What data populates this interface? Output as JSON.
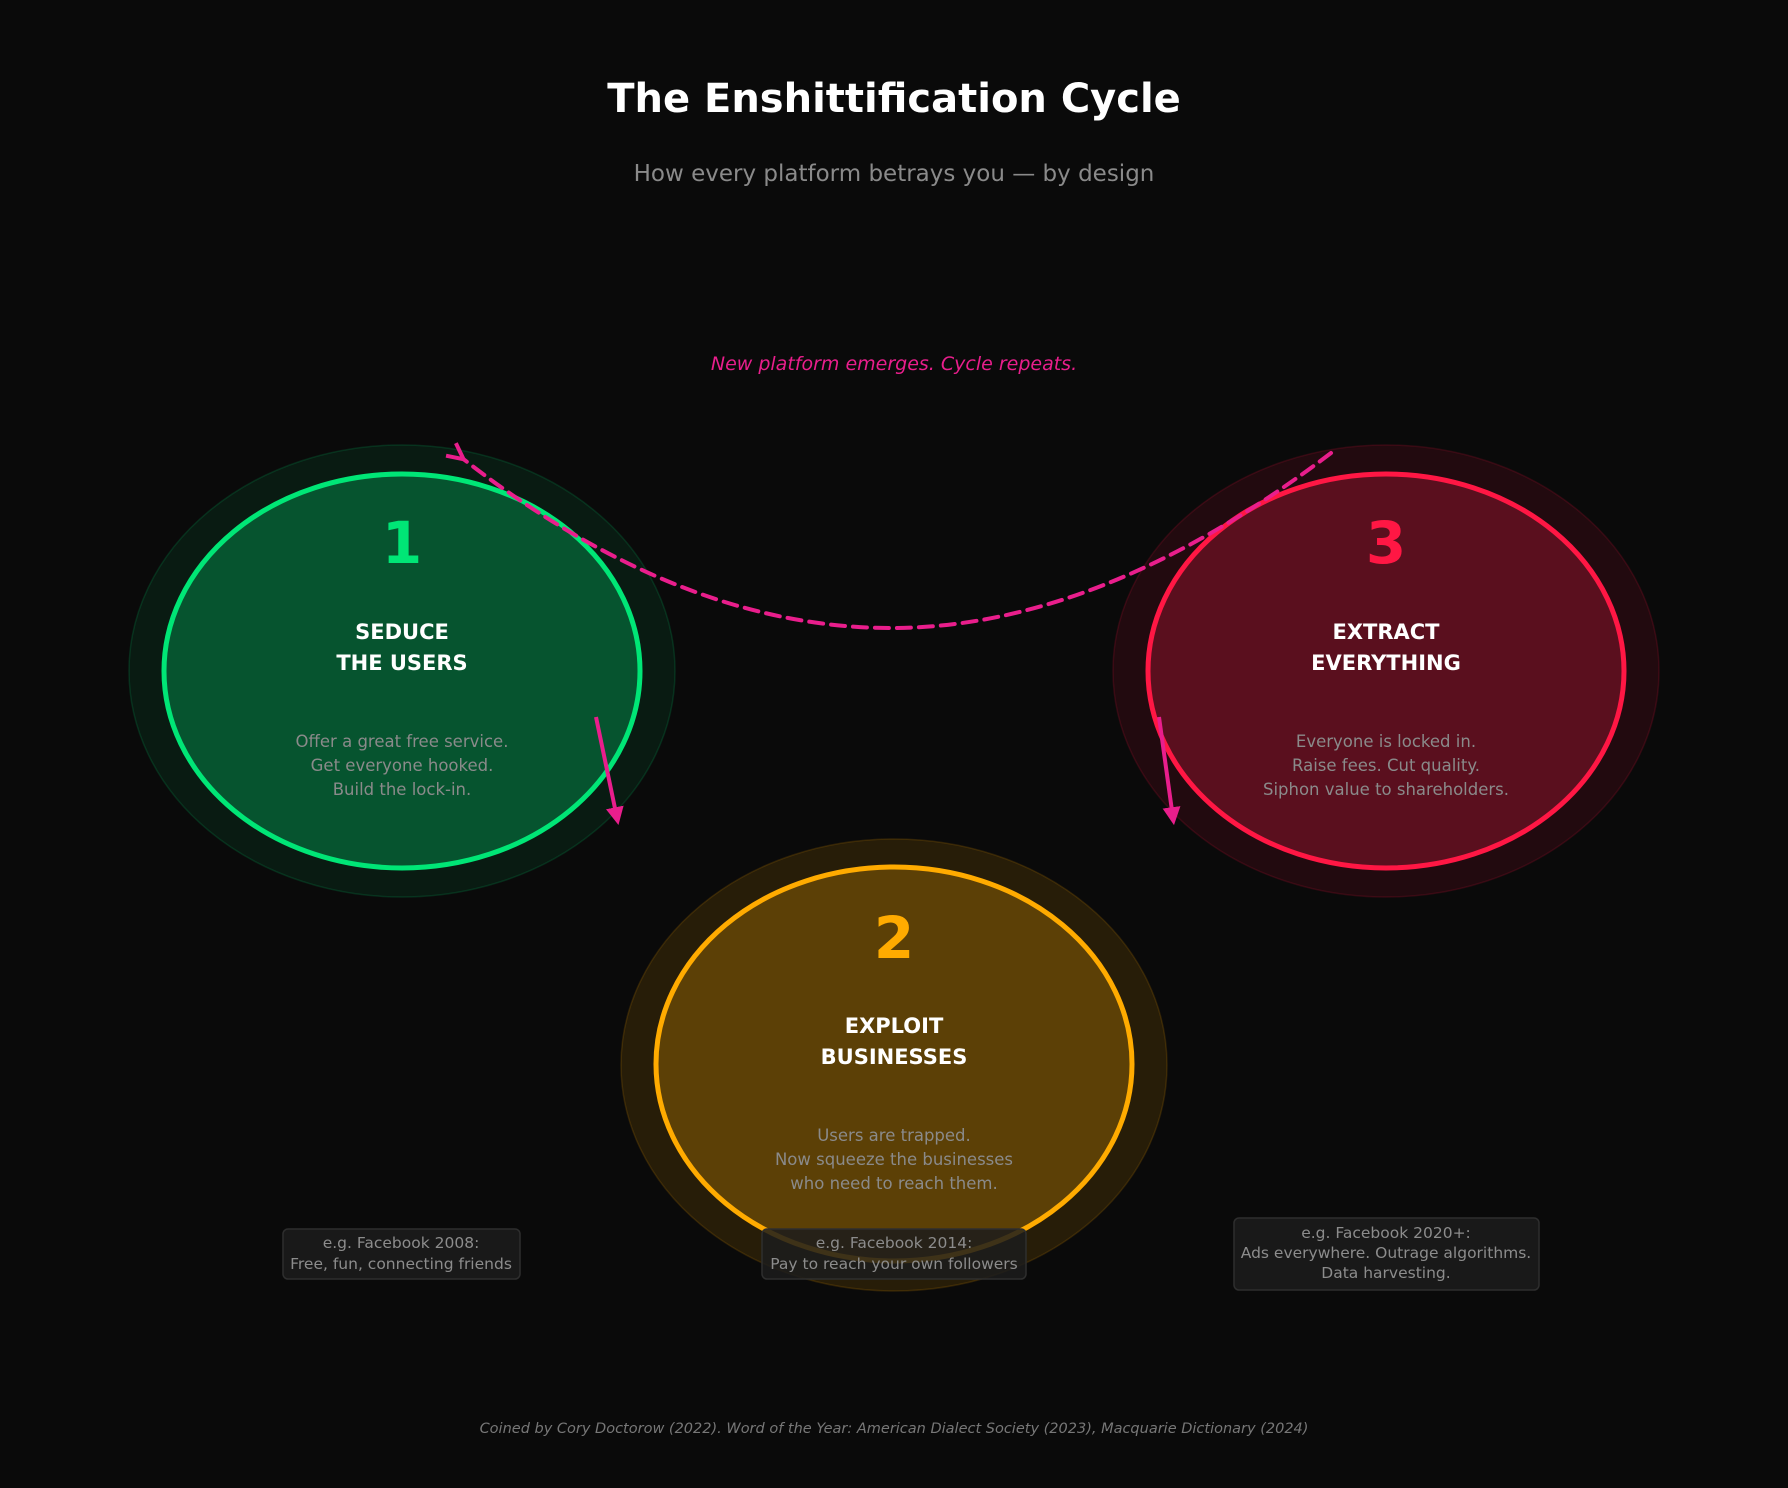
{
  "header": {
    "title": "The Enshittification Cycle",
    "subtitle": "How every platform betrays you — by design"
  },
  "cycle_label": "New platform emerges. Cycle repeats.",
  "colors": {
    "background": "#0a0a0a",
    "arrow": "#e91e8c",
    "stage1": "#00e676",
    "stage2": "#ffab00",
    "stage3": "#ff1744"
  },
  "stages": [
    {
      "number": "1",
      "title_line1": "SEDUCE",
      "title_line2": "THE USERS",
      "desc": [
        "Offer a great free service.",
        "Get everyone hooked.",
        "Build the lock-in."
      ],
      "example_lines": [
        "e.g. Facebook 2008:",
        "Free, fun, connecting friends"
      ]
    },
    {
      "number": "2",
      "title_line1": "EXPLOIT",
      "title_line2": "BUSINESSES",
      "desc": [
        "Users are trapped.",
        "Now squeeze the businesses",
        "who need to reach them."
      ],
      "example_lines": [
        "e.g. Facebook 2014:",
        "Pay to reach your own followers"
      ]
    },
    {
      "number": "3",
      "title_line1": "EXTRACT",
      "title_line2": "EVERYTHING",
      "desc": [
        "Everyone is locked in.",
        "Raise fees. Cut quality.",
        "Siphon value to shareholders."
      ],
      "example_lines": [
        "e.g. Facebook 2020+:",
        "Ads everywhere. Outrage algorithms.",
        "Data harvesting."
      ]
    }
  ],
  "footer": "Coined by Cory Doctorow (2022). Word of the Year: American Dialect Society (2023), Macquarie Dictionary (2024)"
}
